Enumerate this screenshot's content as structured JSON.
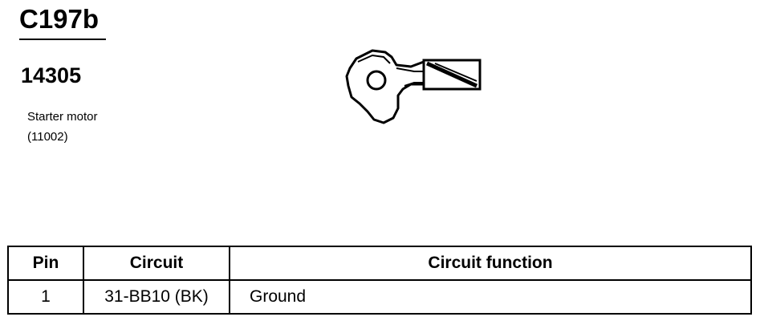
{
  "connector": {
    "id": "C197b",
    "part_number": "14305",
    "description_line1": "Starter motor",
    "description_line2": "(11002)"
  },
  "table": {
    "headers": {
      "pin": "Pin",
      "circuit": "Circuit",
      "function": "Circuit function"
    },
    "rows": [
      {
        "pin": "1",
        "circuit": "31-BB10 (BK)",
        "function": "Ground"
      }
    ]
  },
  "drawing": {
    "icon": "ring-terminal-icon"
  }
}
